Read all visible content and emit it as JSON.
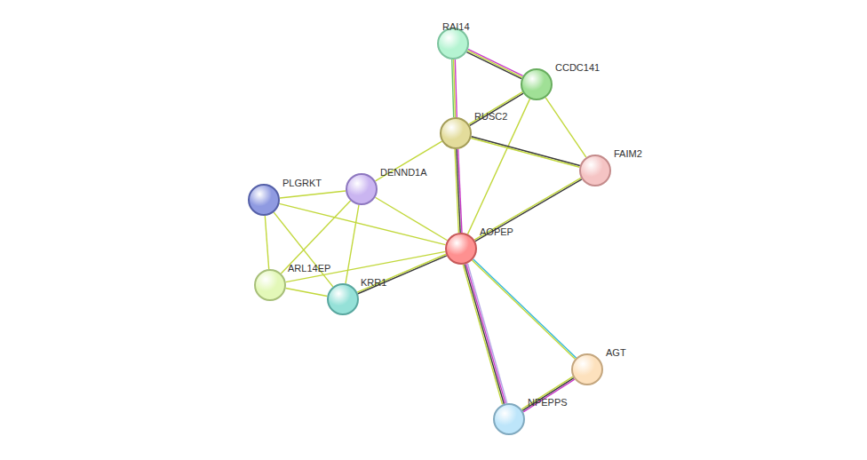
{
  "diagram": {
    "nodes": [
      {
        "text": [
          "RAI14"
        ]
      },
      {
        "text": [
          "CCDC141"
        ]
      },
      {
        "text": [
          "RUSC2"
        ]
      },
      {
        "text": [
          "FAIM2"
        ]
      },
      {
        "text": [
          "PLGRKT"
        ]
      },
      {
        "text": [
          "DENND1A"
        ]
      },
      {
        "text": [
          "AOPEP"
        ]
      },
      {
        "text": [
          "ARL14EP"
        ]
      },
      {
        "text": [
          "KRR1"
        ]
      },
      {
        "text": [
          "AGT"
        ]
      },
      {
        "text": [
          "NPEPPS"
        ]
      }
    ],
    "edges": [
      {
        "from": 0,
        "to": 1,
        "arrow": "none"
      },
      {
        "from": 0,
        "to": 2,
        "arrow": "none"
      },
      {
        "from": 1,
        "to": 2,
        "arrow": "none"
      },
      {
        "from": 1,
        "to": 3,
        "arrow": "none"
      },
      {
        "from": 1,
        "to": 6,
        "arrow": "none"
      },
      {
        "from": 2,
        "to": 3,
        "arrow": "none"
      },
      {
        "from": 2,
        "to": 5,
        "arrow": "none"
      },
      {
        "from": 2,
        "to": 6,
        "arrow": "none"
      },
      {
        "from": 3,
        "to": 6,
        "arrow": "none"
      },
      {
        "from": 4,
        "to": 5,
        "arrow": "none"
      },
      {
        "from": 4,
        "to": 6,
        "arrow": "none"
      },
      {
        "from": 4,
        "to": 7,
        "arrow": "none"
      },
      {
        "from": 4,
        "to": 8,
        "arrow": "none"
      },
      {
        "from": 5,
        "to": 6,
        "arrow": "none"
      },
      {
        "from": 5,
        "to": 7,
        "arrow": "none"
      },
      {
        "from": 5,
        "to": 8,
        "arrow": "none"
      },
      {
        "from": 6,
        "to": 7,
        "arrow": "none"
      },
      {
        "from": 6,
        "to": 8,
        "arrow": "none"
      },
      {
        "from": 7,
        "to": 8,
        "arrow": "none"
      },
      {
        "from": 6,
        "to": 9,
        "arrow": "none"
      },
      {
        "from": 6,
        "to": 10,
        "arrow": "none"
      },
      {
        "from": 9,
        "to": 10,
        "arrow": "none"
      }
    ]
  }
}
